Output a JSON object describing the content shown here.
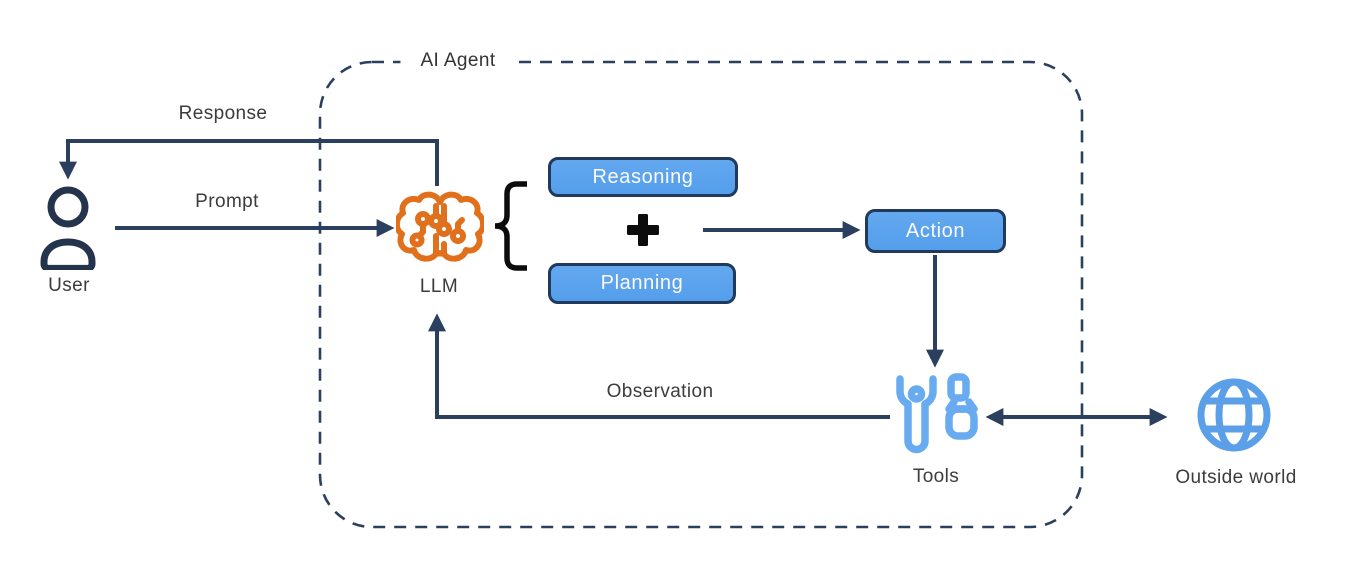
{
  "diagram": {
    "agent_box_title": "AI Agent",
    "nodes": {
      "user_label": "User",
      "llm_label": "LLM",
      "tools_label": "Tools",
      "outside_world_label": "Outside world"
    },
    "boxes": {
      "reasoning": "Reasoning",
      "planning": "Planning",
      "action": "Action"
    },
    "edges": {
      "response_label": "Response",
      "prompt_label": "Prompt",
      "observation_label": "Observation"
    },
    "operators": {
      "plus": "+"
    },
    "colors": {
      "wire_navy": "#2b405e",
      "box_fill_blue": "#58a1ec",
      "box_border_navy": "#1f3a5c",
      "box_text": "#ffffff",
      "icon_light_blue": "#68abf1",
      "brain_orange": "#e0701c",
      "brace_black": "#0c0c0c",
      "label_text": "#3c3c3c",
      "background": "#ffffff"
    }
  }
}
